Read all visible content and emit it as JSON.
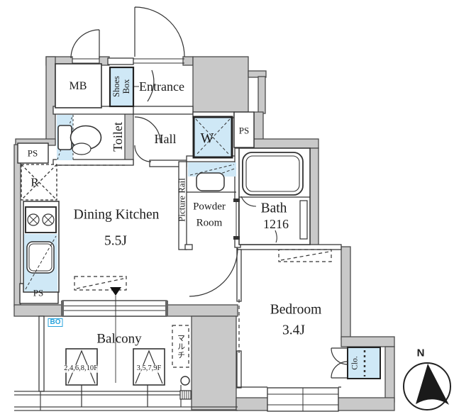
{
  "title": "apartment floor plan",
  "colors": {
    "wall": "#c9c9c9",
    "fixture_blue": "#cfe8f6",
    "accent_blue": "#29a3dc",
    "line": "#3a3a3a"
  },
  "rooms": {
    "meter_box": "MB",
    "shoes_box": {
      "line1": "Shoes",
      "line2": "Box"
    },
    "entrance": "Entrance",
    "toilet": "Toilet",
    "hall": "Hall",
    "washing_machine": "W",
    "refrigerator": "R",
    "dining_kitchen": {
      "name": "Dining Kitchen",
      "size": "5.5J"
    },
    "picture_rail": "Picture Rail",
    "powder_room": {
      "line1": "Powder",
      "line2": "Room"
    },
    "bath": {
      "name": "Bath",
      "size": "1216"
    },
    "bedroom": {
      "name": "Bedroom",
      "size": "3.4J"
    },
    "balcony": "Balcony",
    "closet": "Clo."
  },
  "pipe_spaces": {
    "top_left": "PS",
    "bottom_left": "PS",
    "top_right": "PS"
  },
  "balcony_items": {
    "bo": "BO",
    "hatch_left": "2,4,6,8,10F",
    "hatch_right": "3,5,7,9F",
    "multi": "マルチ"
  },
  "compass": {
    "north": "N"
  }
}
